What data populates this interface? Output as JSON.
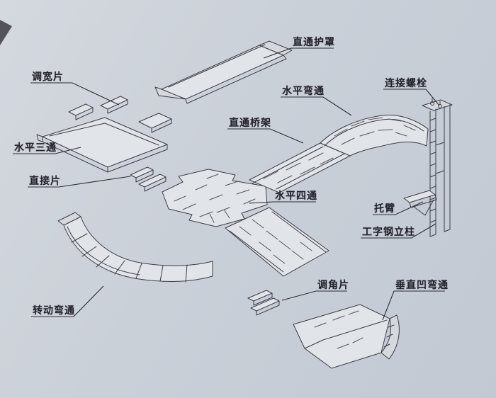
{
  "diagram": {
    "kind": "cable-tray-assembly-illustration",
    "colors": {
      "background": "#cad0d8",
      "line": "#3c3c45",
      "surface": "#e1e4e8",
      "label_text": "#22222b"
    },
    "labels": [
      {
        "id": "straight-cover",
        "text": "直通护罩"
      },
      {
        "id": "width-adjust-piece",
        "text": "调宽片"
      },
      {
        "id": "horizontal-elbow",
        "text": "水平弯通"
      },
      {
        "id": "connecting-bolt",
        "text": "连接螺栓"
      },
      {
        "id": "straight-tray",
        "text": "直通桥架"
      },
      {
        "id": "horizontal-tee",
        "text": "水平三通"
      },
      {
        "id": "direct-piece",
        "text": "直接片"
      },
      {
        "id": "horizontal-cross",
        "text": "水平四通"
      },
      {
        "id": "support-arm",
        "text": "托臂"
      },
      {
        "id": "i-beam-column",
        "text": "工字钢立柱"
      },
      {
        "id": "angle-adjust-piece",
        "text": "调角片"
      },
      {
        "id": "vertical-concave-elbow",
        "text": "垂直凹弯通"
      },
      {
        "id": "rotating-elbow",
        "text": "转动弯通"
      }
    ]
  }
}
